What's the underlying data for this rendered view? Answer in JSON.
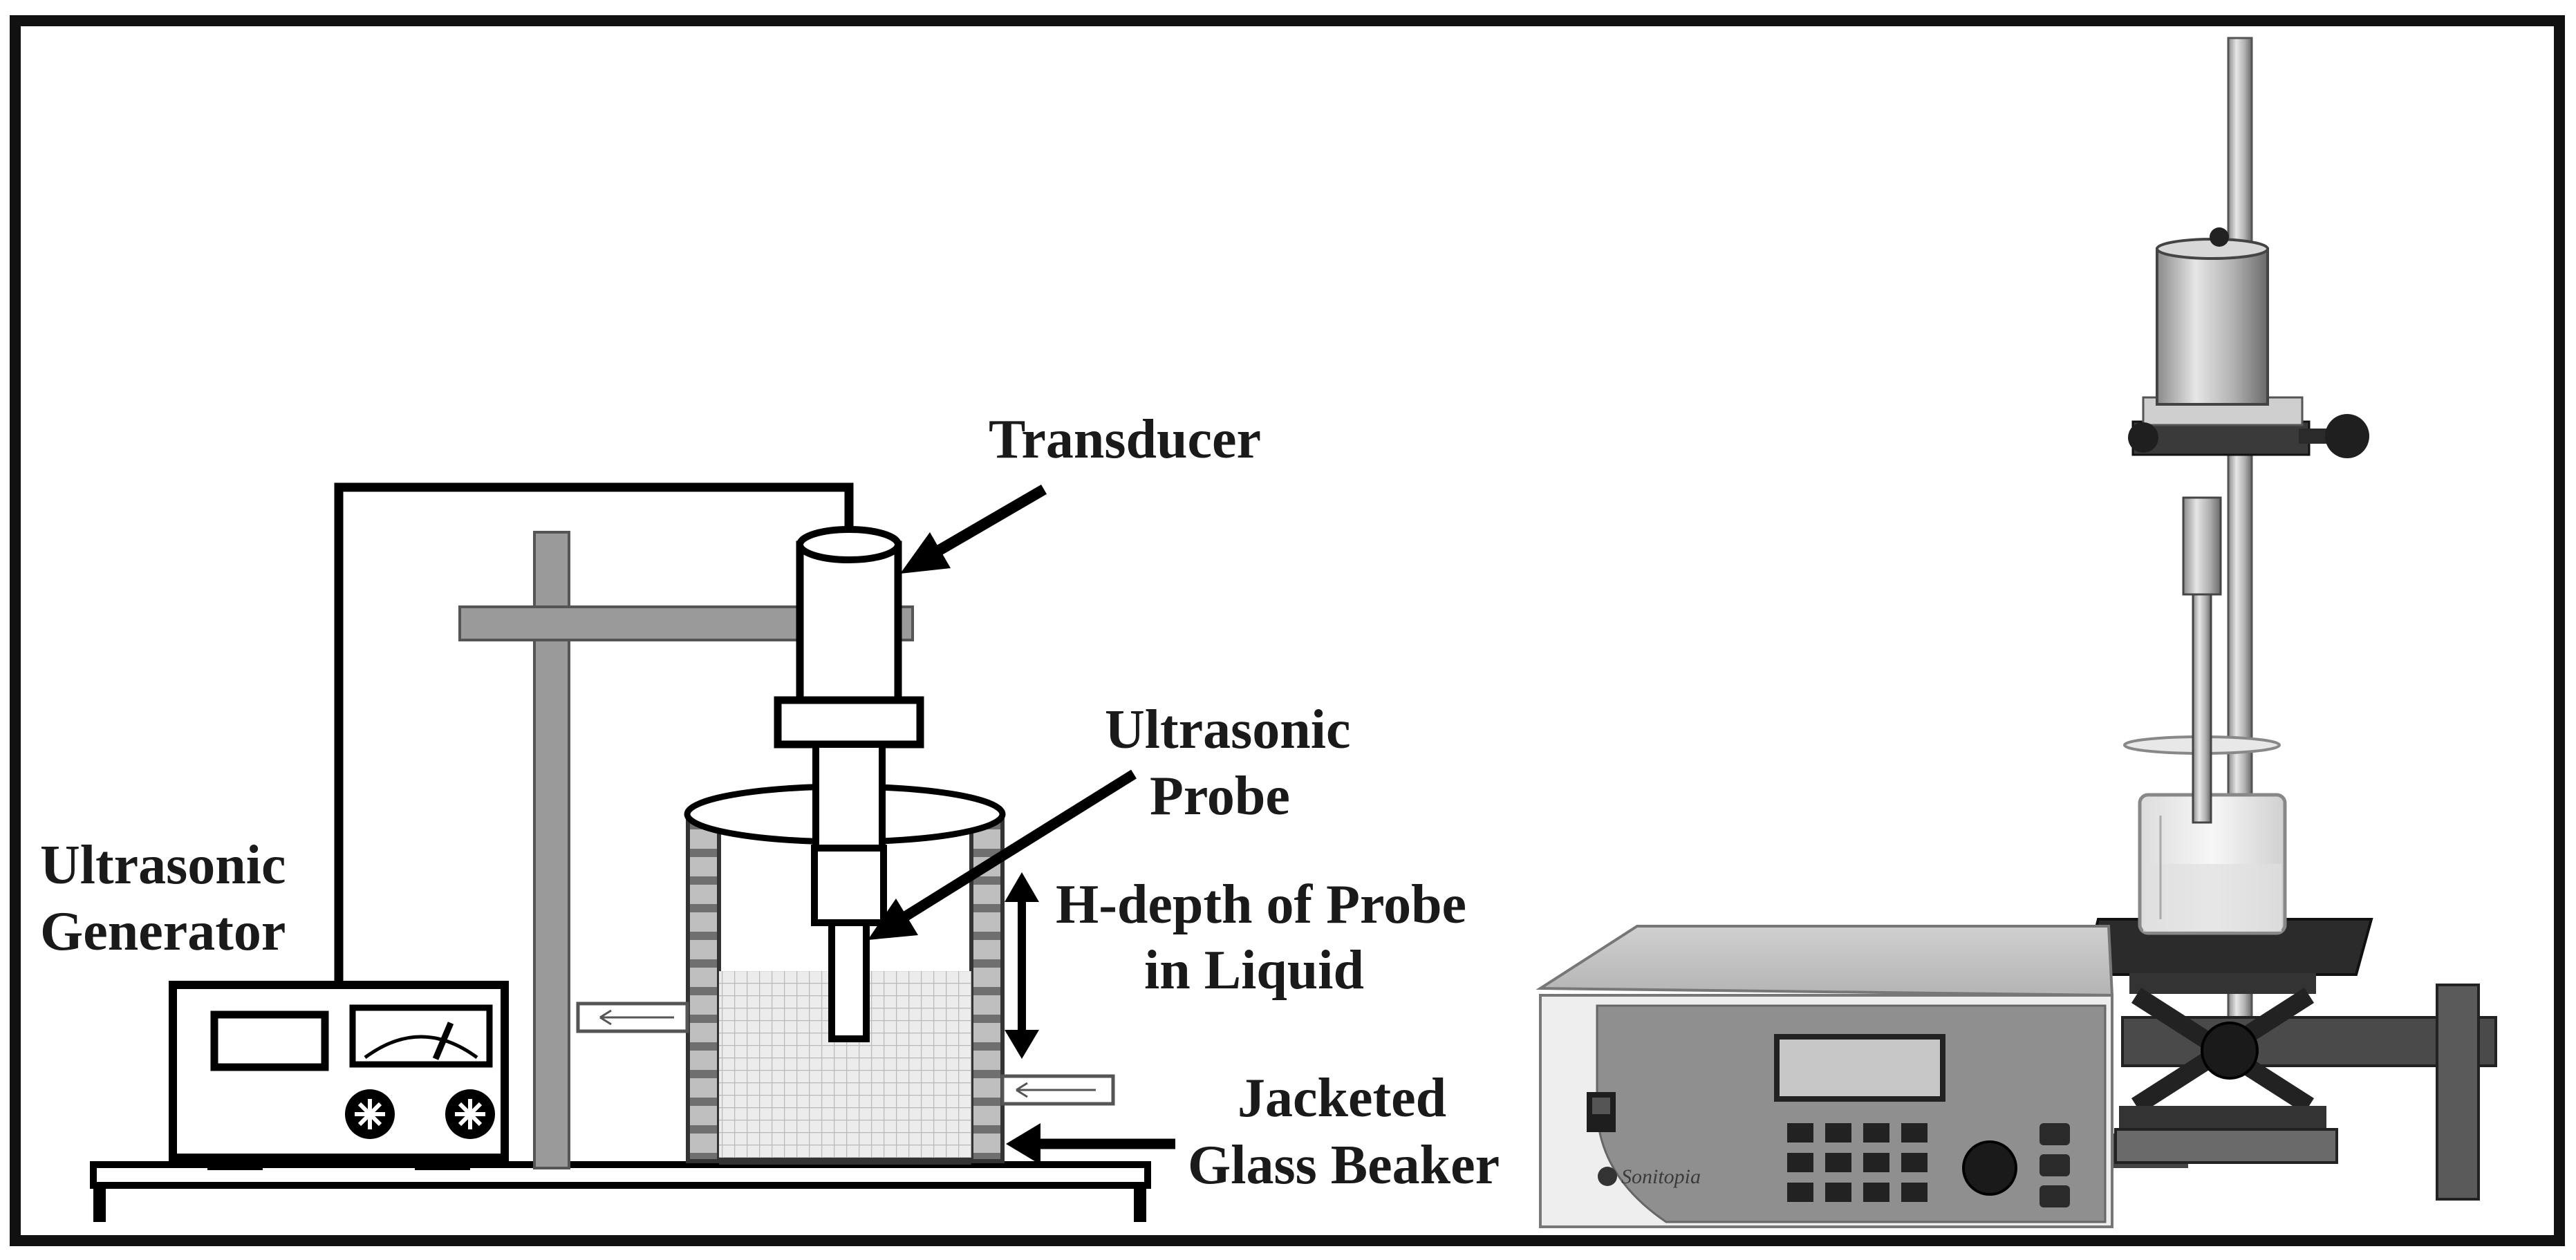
{
  "labels": {
    "transducer": "Transducer",
    "ultrasonic_probe_line1": "Ultrasonic",
    "ultrasonic_probe_line2": "Probe",
    "ultrasonic_generator_line1": "Ultrasonic",
    "ultrasonic_generator_line2": "Generator",
    "h_depth_line1": "H-depth of Probe",
    "h_depth_line2": "in Liquid",
    "jacketed_beaker_line1": "Jacketed",
    "jacketed_beaker_line2": "Glass Beaker"
  },
  "photo": {
    "brand_logo": "Sonitopia"
  },
  "colors": {
    "frame": "#111111",
    "line": "#000000",
    "stand_gray": "#9a9a9a",
    "liquid_grid": "#c9c9c9",
    "background": "#ffffff"
  }
}
